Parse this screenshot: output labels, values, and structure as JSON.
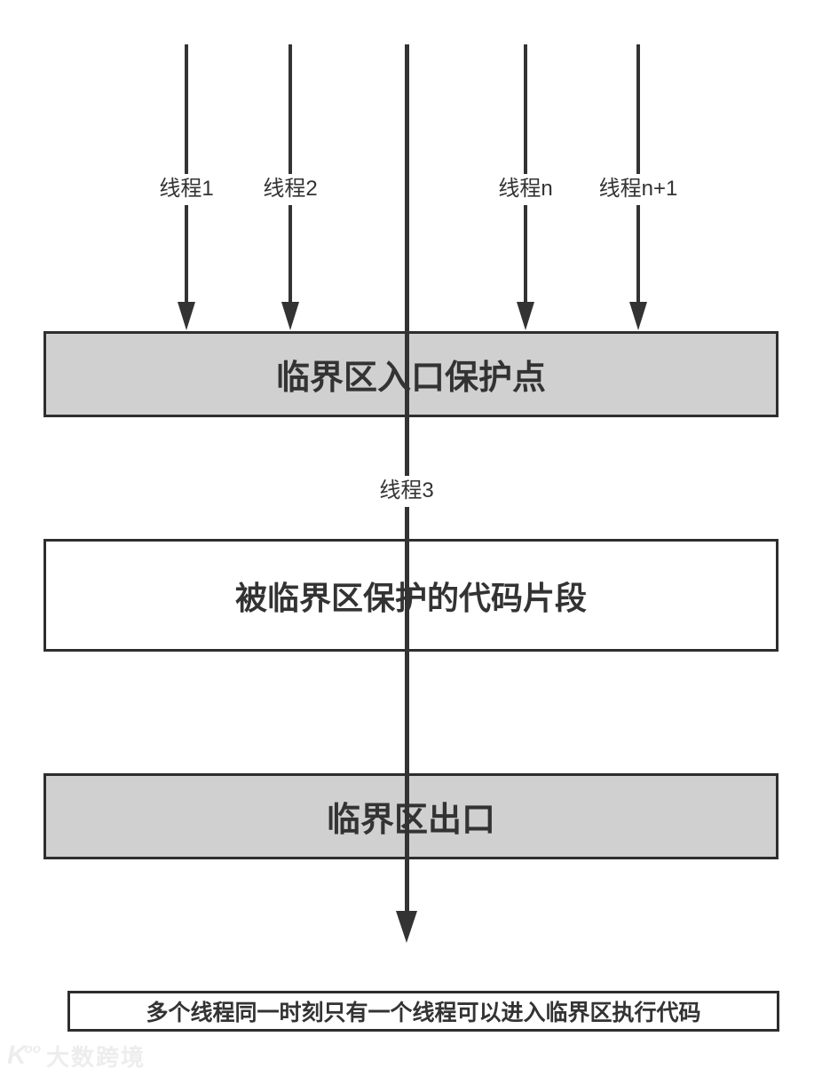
{
  "diagram": {
    "threads": {
      "t1": "线程1",
      "t2": "线程2",
      "t3": "线程3",
      "tn": "线程n",
      "tn1": "线程n+1"
    },
    "boxes": {
      "entry": "临界区入口保护点",
      "code": "被临界区保护的代码片段",
      "exit": "临界区出口",
      "note": "多个线程同一时刻只有一个线程可以进入临界区执行代码"
    },
    "watermark": {
      "logo_glyph": "K",
      "logo_sup": "oo",
      "brand": "大数跨境"
    },
    "colors": {
      "box_fill_gray": "#d0d0d0",
      "box_border": "#2e2e2e",
      "arrow": "#333333",
      "text": "#333333",
      "watermark": "#ededed",
      "background": "#ffffff"
    }
  }
}
